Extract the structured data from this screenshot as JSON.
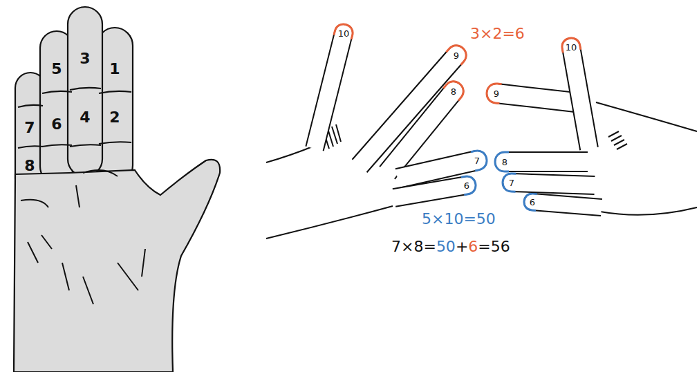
{
  "diagram": {
    "labels": [
      "5",
      "3",
      "1",
      "7",
      "6",
      "4",
      "2",
      "8",
      "10",
      "9",
      "8",
      "9",
      "10",
      "7",
      "6",
      "8",
      "7",
      "6",
      "3×2=6",
      "5×10=50",
      "7×8=",
      "50",
      "+",
      "6",
      "=56"
    ]
  }
}
